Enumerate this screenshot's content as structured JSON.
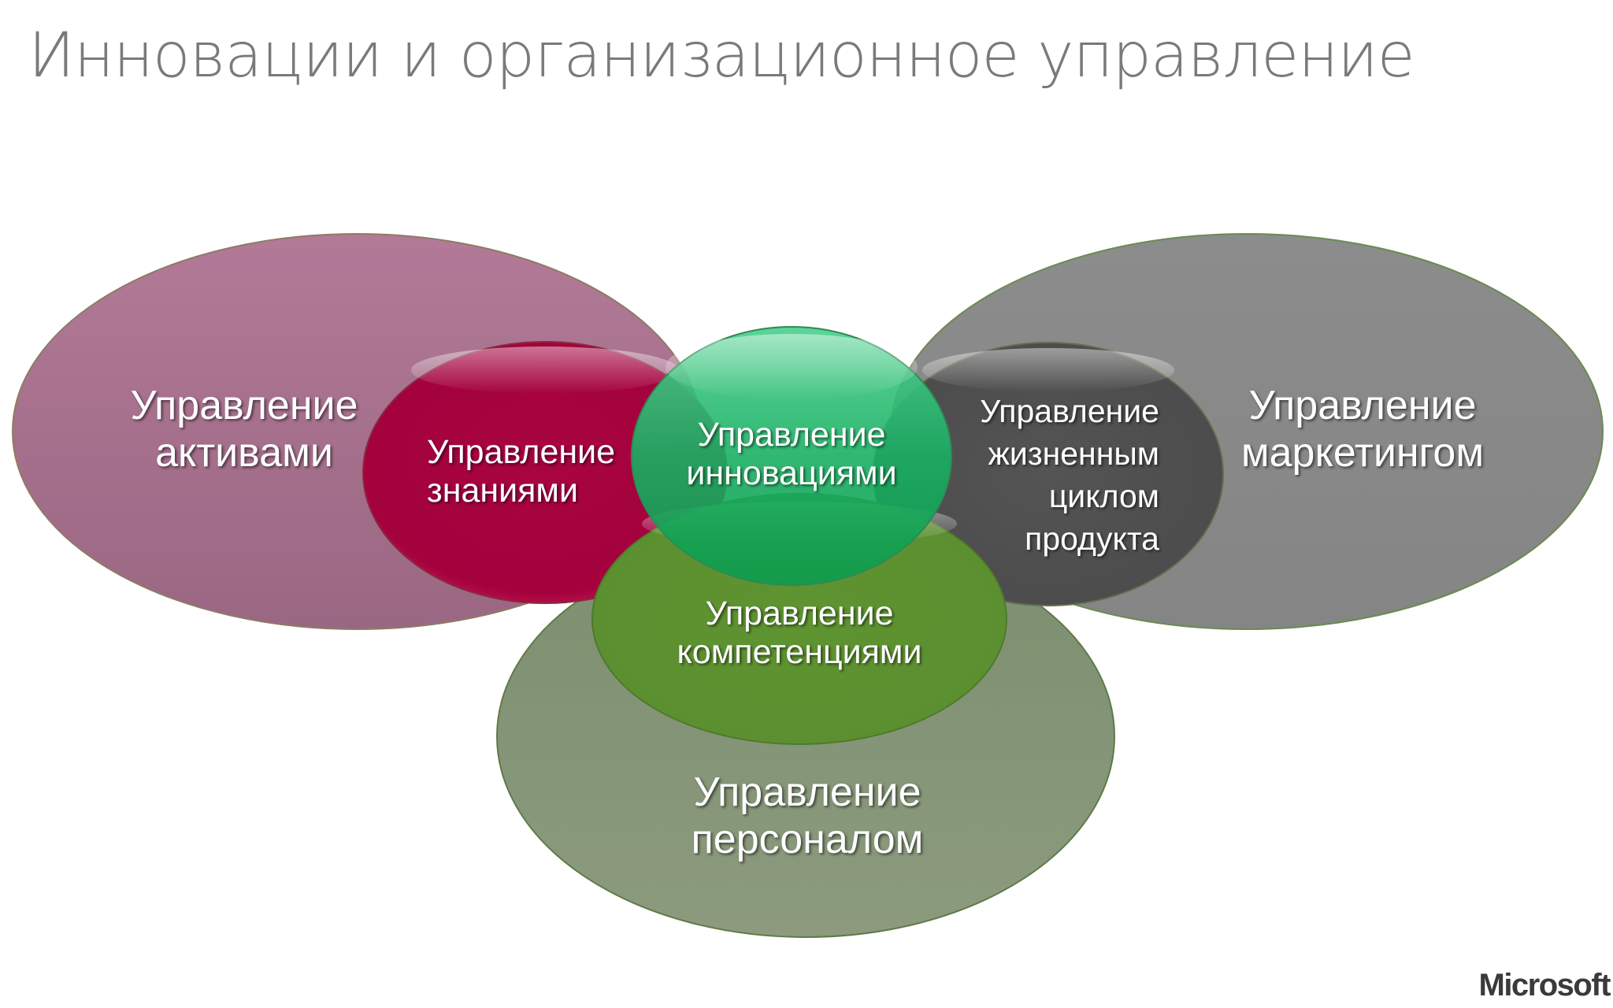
{
  "slide": {
    "title": "Инновации и организационное управление"
  },
  "diagram": {
    "nodes": {
      "assets": {
        "line1": "Управление",
        "line2": "активами",
        "color": "#a06b87"
      },
      "knowledge": {
        "line1": "Управление",
        "line2": "знаниями",
        "color": "#a6033f"
      },
      "innovation": {
        "line1": "Управление",
        "line2": "инновациями",
        "color": "#1ea85f"
      },
      "lifecycle": {
        "line1": "Управление",
        "line2": "жизненным",
        "line3": "циклом",
        "line4": "продукта",
        "color": "#525152"
      },
      "marketing": {
        "line1": "Управление",
        "line2": "маркетингом",
        "color": "#878787"
      },
      "competence": {
        "line1": "Управление",
        "line2": "компетенциями",
        "color": "#5e9232"
      },
      "personnel": {
        "line1": "Управление",
        "line2": "персоналом",
        "color": "#87977a"
      }
    }
  },
  "branding": {
    "logo_text": "Microsoft"
  }
}
